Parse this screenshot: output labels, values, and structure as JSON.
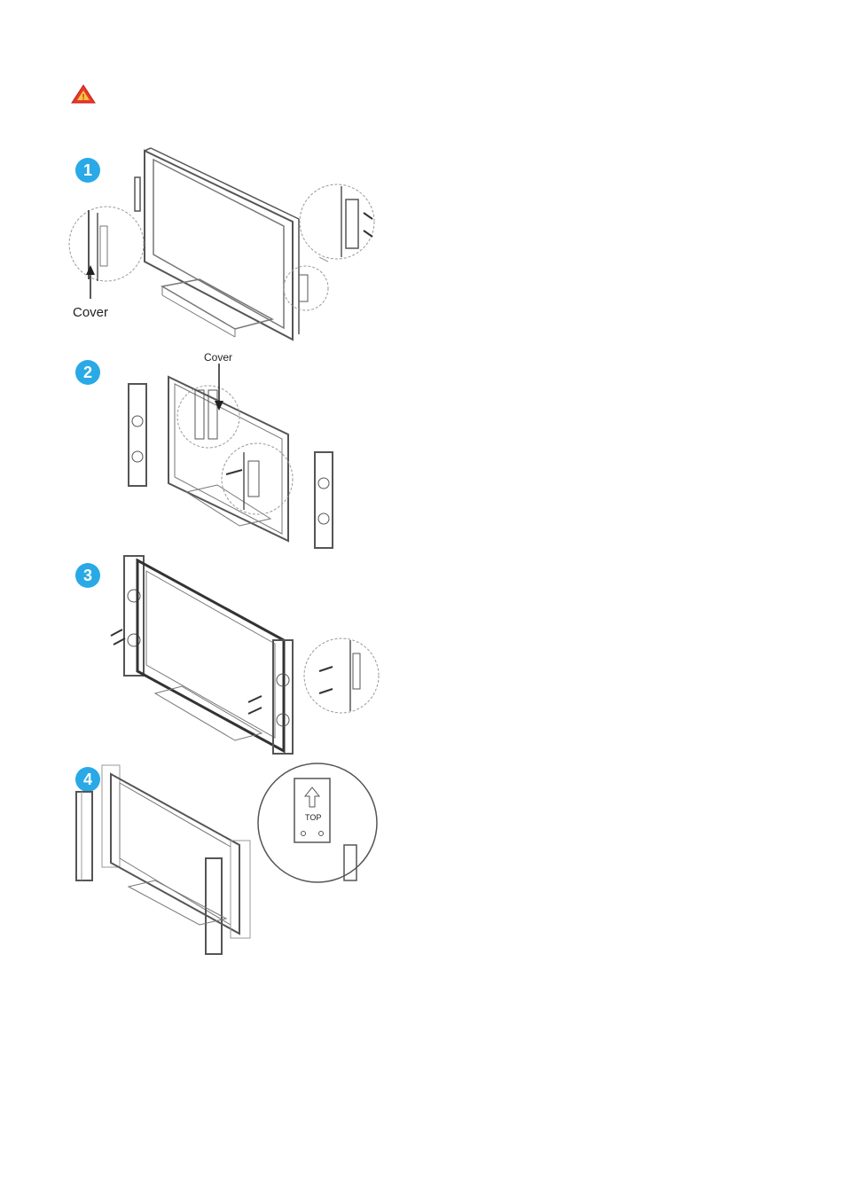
{
  "colors": {
    "warning_fill": "#e8372b",
    "warning_symbol": "#f6c343",
    "step_badge": "#29a9e6",
    "line": "#555555",
    "light_line": "#999999"
  },
  "warning": {
    "icon": "warning-triangle-icon"
  },
  "steps": [
    {
      "number": "1",
      "label_cover": "Cover"
    },
    {
      "number": "2",
      "label_cover": "Cover"
    },
    {
      "number": "3"
    },
    {
      "number": "4",
      "label_top": "TOP"
    }
  ]
}
